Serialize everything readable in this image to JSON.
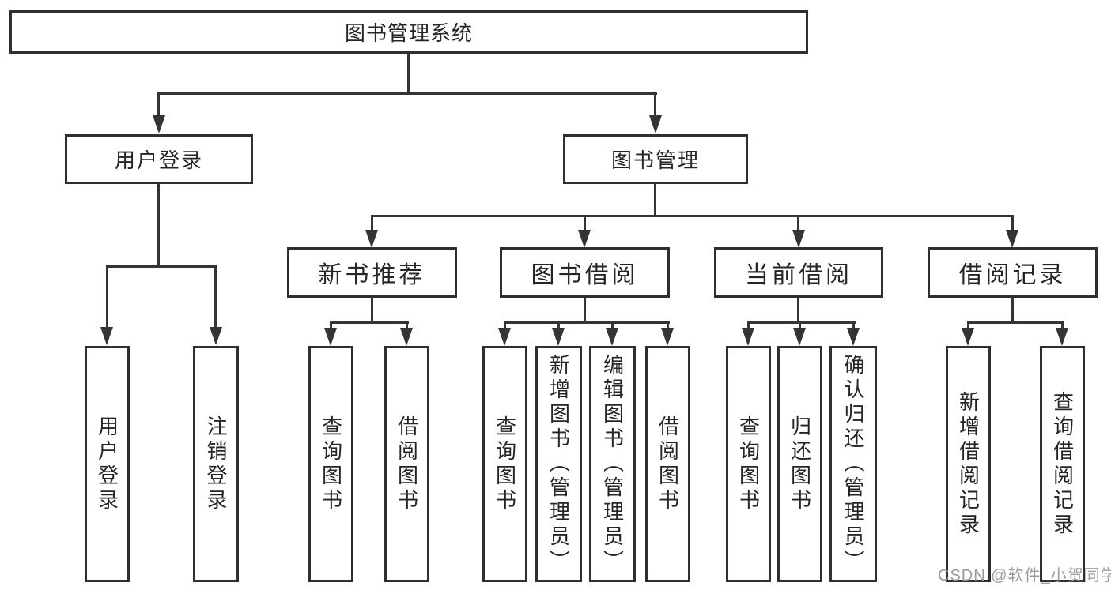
{
  "diagram": {
    "root": {
      "label": "图书管理系统"
    },
    "level2": [
      {
        "label": "用户登录",
        "parent": "图书管理系统"
      },
      {
        "label": "图书管理",
        "parent": "图书管理系统"
      }
    ],
    "level3": [
      {
        "label": "新书推荐",
        "parent": "图书管理"
      },
      {
        "label": "图书借阅",
        "parent": "图书管理"
      },
      {
        "label": "当前借阅",
        "parent": "图书管理"
      },
      {
        "label": "借阅记录",
        "parent": "图书管理"
      }
    ],
    "leaves": [
      {
        "label": "用户登录",
        "parent": "用户登录"
      },
      {
        "label": "注销登录",
        "parent": "用户登录"
      },
      {
        "label": "查询图书",
        "parent": "新书推荐"
      },
      {
        "label": "借阅图书",
        "parent": "新书推荐"
      },
      {
        "label": "查询图书",
        "parent": "图书借阅"
      },
      {
        "label": "新增图书（管理员）",
        "parent": "图书借阅"
      },
      {
        "label": "编辑图书（管理员）",
        "parent": "图书借阅"
      },
      {
        "label": "借阅图书",
        "parent": "图书借阅"
      },
      {
        "label": "查询图书",
        "parent": "当前借阅"
      },
      {
        "label": "归还图书",
        "parent": "当前借阅"
      },
      {
        "label": "确认归还（管理员）",
        "parent": "当前借阅"
      },
      {
        "label": "新增借阅记录",
        "parent": "借阅记录"
      },
      {
        "label": "查询借阅记录",
        "parent": "借阅记录"
      }
    ],
    "colors": {
      "line": "#343434",
      "border": "#2f2f2f",
      "text": "#252525",
      "background": "#ffffff",
      "watermark": "#969696"
    }
  },
  "watermark": {
    "text": "CSDN @软件_小贺同学"
  }
}
